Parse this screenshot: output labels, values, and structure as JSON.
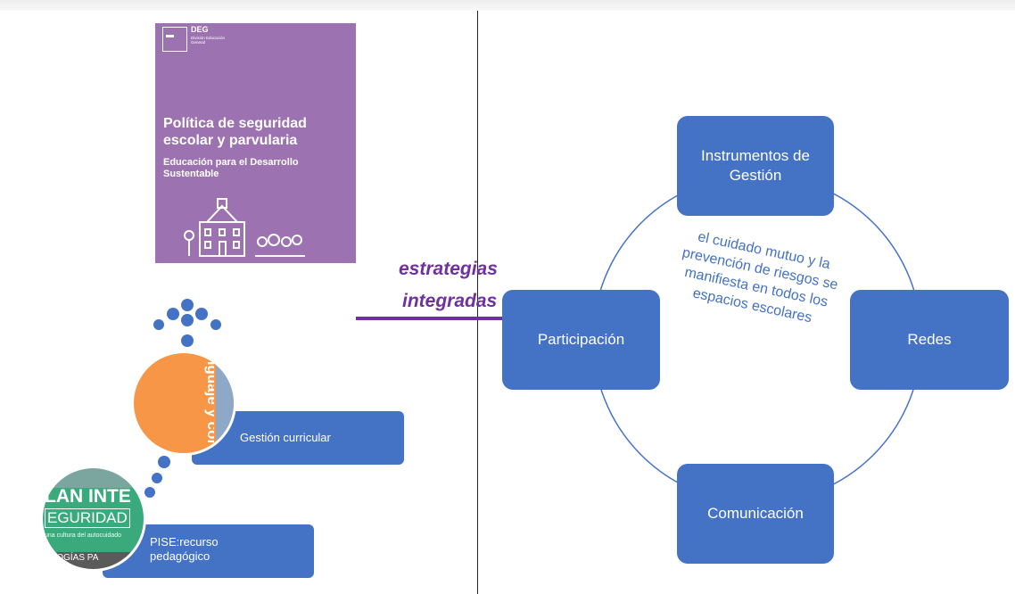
{
  "cover": {
    "brand": "DEG",
    "brand_sub": "División Educación General",
    "title": "Política de seguridad escolar y parvularia",
    "subtitle": "Educación para el Desarrollo Sustentable"
  },
  "arrow_label": {
    "line1": "estrategias",
    "line2": "integradas"
  },
  "left": {
    "gestion": "Gestión curricular",
    "pise": "PISE:recurso pedagógico",
    "orange_img_text": "nguaje y comunica",
    "plan_img_line1": "LAN INTE",
    "plan_img_line2": "EGURIDAD",
    "plan_img_line3": "una cultura del autocuidado",
    "plan_img_line4": "OLOGÍAS PA"
  },
  "cycle": {
    "top": "Instrumentos de Gestión",
    "left": "Participación",
    "right": "Redes",
    "bottom": "Comunicación",
    "center": "el cuidado mutuo y la prevención de riesgos se manifiesta en todos los espacios escolares"
  },
  "colors": {
    "box": "#4472c4",
    "arrow": "#7030a0",
    "cover": "#9c73b0",
    "orange": "#f79646"
  }
}
